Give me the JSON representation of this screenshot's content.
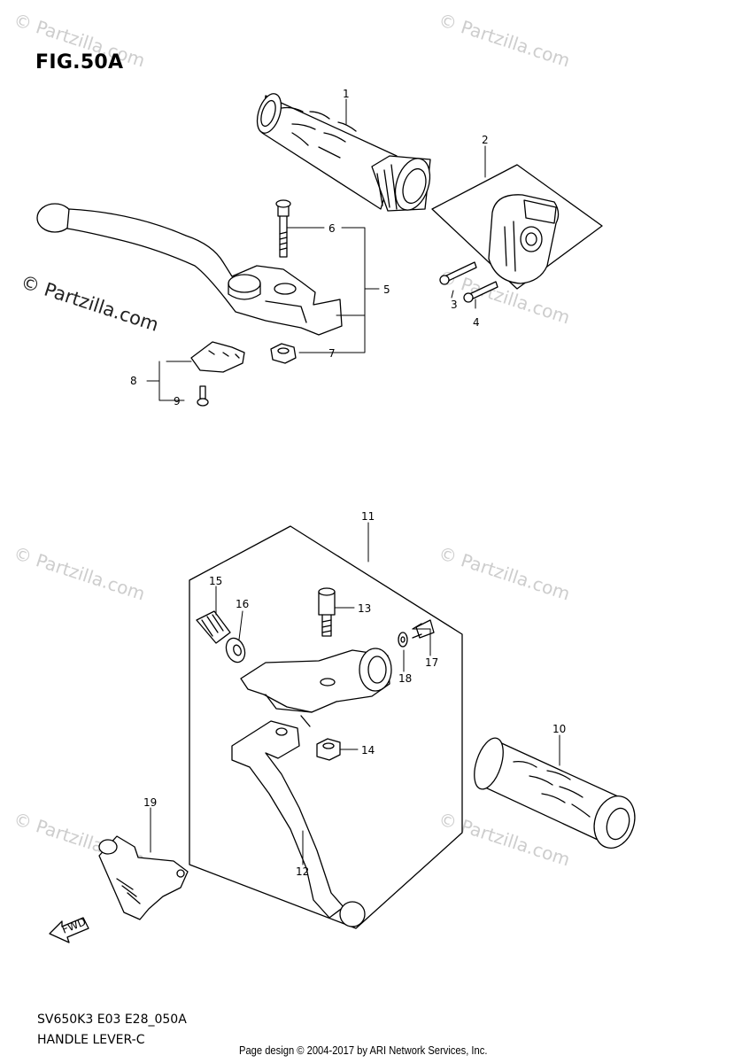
{
  "figure": {
    "title": "FIG.50A",
    "code": "SV650K3 E03 E28_050A",
    "name": "HANDLE LEVER-C",
    "credit": "Page design © 2004-2017 by ARI Network Services, Inc.",
    "watermark": "© Partzilla.com",
    "watermark_color": "#cdcdcd"
  },
  "fwd_label": "FWD",
  "callouts": [
    "1",
    "2",
    "3",
    "4",
    "5",
    "6",
    "7",
    "8",
    "9",
    "10",
    "11",
    "12",
    "13",
    "14",
    "15",
    "16",
    "17",
    "18",
    "19"
  ]
}
